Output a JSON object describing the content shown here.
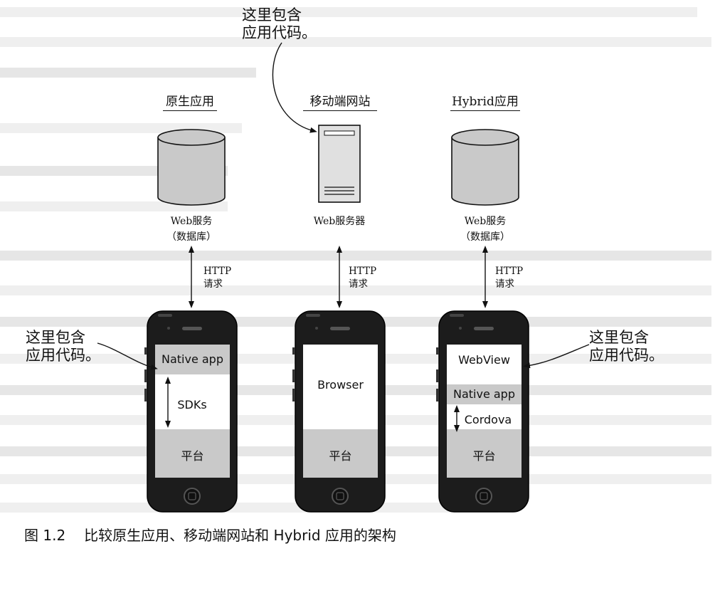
{
  "callouts": {
    "top": [
      "这里包含",
      "应用代码。"
    ],
    "left": [
      "这里包含",
      "应用代码。"
    ],
    "right": [
      "这里包含",
      "应用代码。"
    ]
  },
  "columns": [
    {
      "title": "原生应用",
      "server_label": [
        "Web服务",
        "（数据库）"
      ],
      "http_label": [
        "HTTP",
        "请求"
      ],
      "phone": {
        "top_label": "Native app",
        "middle_label": "SDKs",
        "bottom_label": "平台"
      }
    },
    {
      "title": "移动端网站",
      "server_label": [
        "Web服务器"
      ],
      "http_label": [
        "HTTP",
        "请求"
      ],
      "phone": {
        "top_label": "Browser",
        "bottom_label": "平台"
      }
    },
    {
      "title": "Hybrid应用",
      "server_label": [
        "Web服务",
        "（数据库）"
      ],
      "http_label": [
        "HTTP",
        "请求"
      ],
      "phone": {
        "top_label": "WebView",
        "middle_label": "Native app",
        "lower_label": "Cordova",
        "bottom_label": "平台"
      }
    }
  ],
  "caption": {
    "number": "图 1.2",
    "text": "比较原生应用、移动端网站和 Hybrid 应用的架构"
  },
  "colors": {
    "shade": "#c9c9c9",
    "phone_body": "#1c1c1c",
    "ink": "#111111"
  }
}
